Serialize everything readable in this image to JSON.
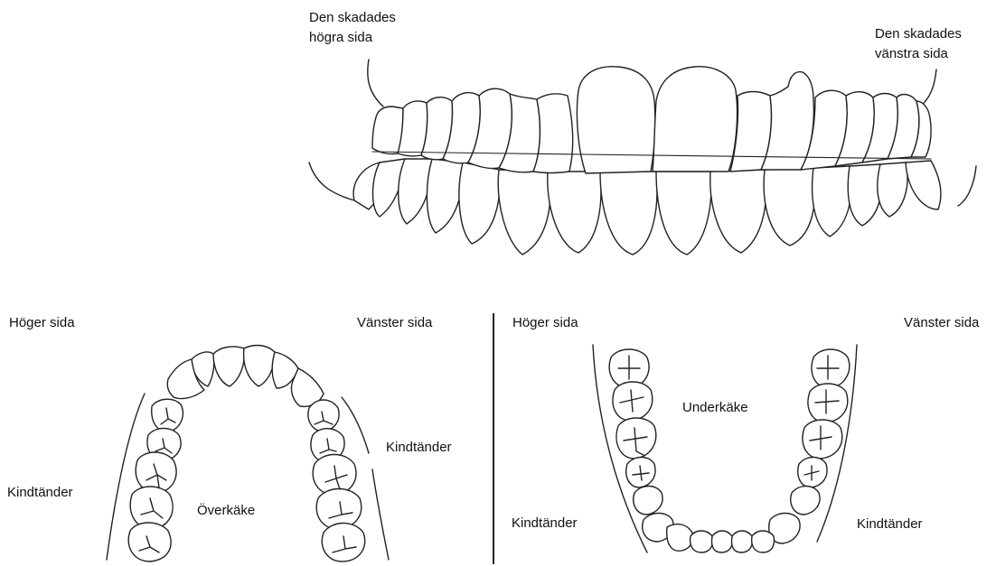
{
  "front_view": {
    "right_side_line1": "Den skadades",
    "right_side_line2": "högra sida",
    "left_side_line1": "Den skadades",
    "left_side_line2": "vänstra sida"
  },
  "upper_jaw": {
    "right_label": "Höger sida",
    "left_label": "Vänster sida",
    "molars_left_label": "Kindtänder",
    "molars_right_label": "Kindtänder",
    "jaw_label": "Överkäke"
  },
  "lower_jaw": {
    "right_label": "Höger sida",
    "left_label": "Vänster sida",
    "jaw_label": "Underkäke",
    "molars_left_label": "Kindtänder",
    "molars_right_label": "Kindtänder"
  }
}
